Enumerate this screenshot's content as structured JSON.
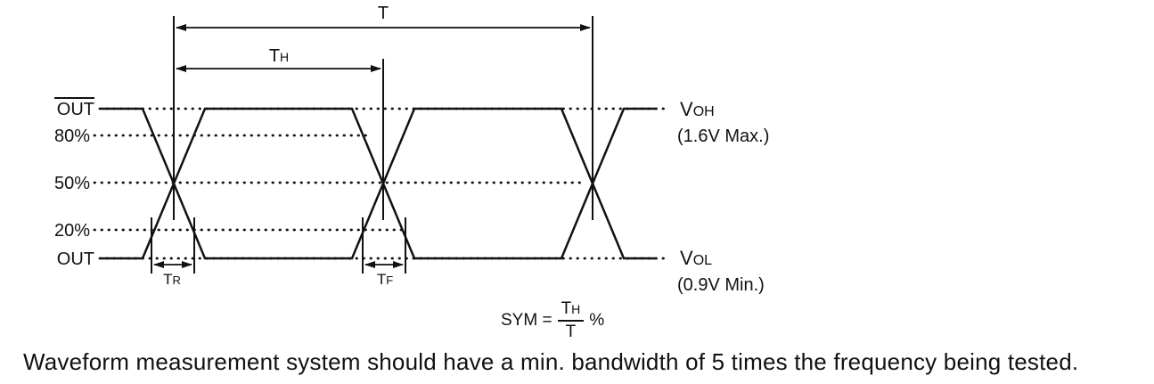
{
  "left_labels": {
    "out_bar": "OUT",
    "p80": "80%",
    "p50": "50%",
    "p20": "20%",
    "out": "OUT"
  },
  "right_labels": {
    "voh_main": "V",
    "voh_sub": "OH",
    "voh_note": "(1.6V Max.)",
    "vol_main": "V",
    "vol_sub": "OL",
    "vol_note": "(0.9V Min.)"
  },
  "timing_labels": {
    "period": "T",
    "high_main": "T",
    "high_sub": "H",
    "rise_main": "T",
    "rise_sub": "R",
    "fall_main": "T",
    "fall_sub": "F"
  },
  "formula": {
    "lhs": "SYM =",
    "numerator_main": "T",
    "numerator_sub": "H",
    "denominator": "T",
    "suffix": "%"
  },
  "footer": {
    "text": "Waveform measurement system should have a min. bandwidth of 5 times the frequency being tested."
  },
  "colors": {
    "ink": "#111111",
    "background": "#ffffff"
  }
}
